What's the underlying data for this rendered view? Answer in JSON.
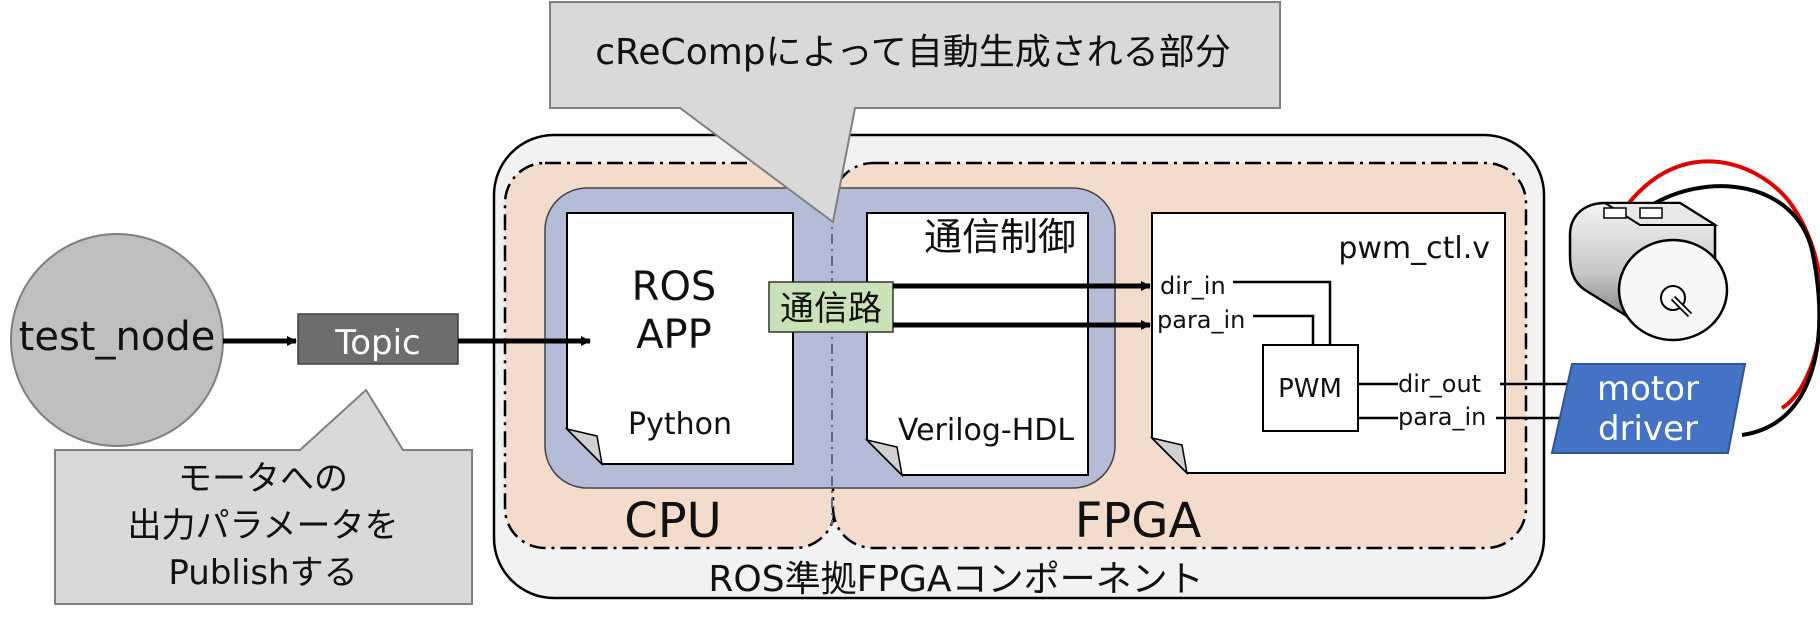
{
  "callout_top": "cReCompによって自動生成される部分",
  "callout_bottom": [
    "モータへの",
    "出力パラメータを",
    "Publishする"
  ],
  "node": "test_node",
  "topic": "Topic",
  "component_label": "ROS準拠FPGAコンポーネント",
  "cpu_label": "CPU",
  "fpga_label": "FPGA",
  "ros_app": [
    "ROS",
    "APP"
  ],
  "python_label": "Python",
  "comm_path": "通信路",
  "comm_ctrl": "通信制御",
  "verilog_label": "Verilog-HDL",
  "pwm_file": "pwm_ctl.v",
  "ports_in": [
    "dir_in",
    "para_in"
  ],
  "pwm_block": "PWM",
  "ports_out": [
    "dir_out",
    "para_in"
  ],
  "motor_driver": [
    "motor",
    "driver"
  ],
  "colors": {
    "component_bg": "#f2f2f2",
    "cpu_fpga_bg": "#f4dccc",
    "generated_bg": "#b4bcd8",
    "comm_path_bg": "#c9e2b8",
    "motor_driver_bg": "#4472c4",
    "topic_bg": "#6d6d6d",
    "node_bg": "#bfbfbf",
    "callout_bg": "#d9d9d9",
    "wire_red": "#e00000"
  }
}
